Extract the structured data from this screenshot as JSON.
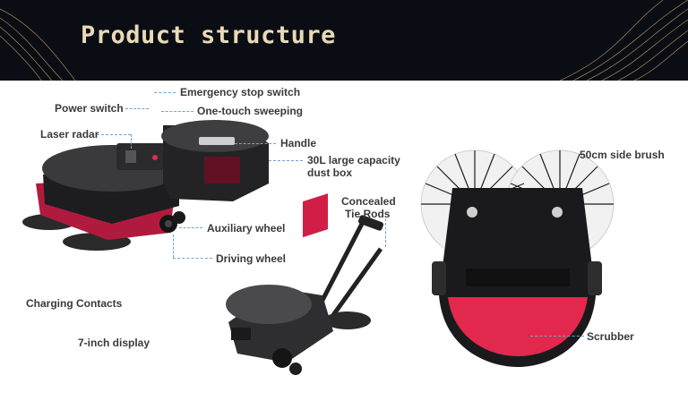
{
  "title": "Product structure",
  "labels": {
    "emergency_stop": "Emergency stop switch",
    "power_switch": "Power switch",
    "one_touch": "One-touch sweeping",
    "laser_radar": "Laser radar",
    "handle": "Handle",
    "dust_box_line1": "30L large capacity",
    "dust_box_line2": "dust box",
    "auxiliary_wheel": "Auxiliary wheel",
    "driving_wheel": "Driving wheel",
    "tie_rods_line1": "Concealed",
    "tie_rods_line2": "Tie Rods",
    "side_brush": "50cm side brush",
    "charging_contacts": "Charging Contacts",
    "display": "7-inch display",
    "scrubber": "Scrubber"
  },
  "colors": {
    "header_bg": "#0b0d14",
    "title": "#e9d9b6",
    "accent_red": "#d81e4a",
    "leader": "#6aa5d6"
  }
}
